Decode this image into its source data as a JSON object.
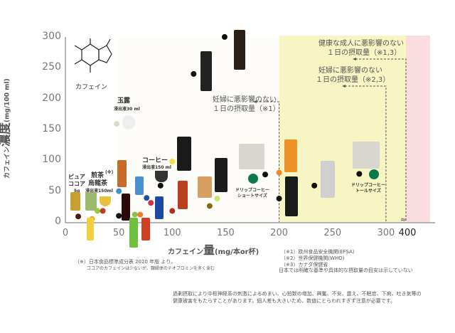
{
  "chart_data": {
    "type": "scatter",
    "xlabel_prefix": "カフェイン",
    "xlabel_big": "量",
    "xlabel_unit": "(mg/本or杯)",
    "ylabel_prefix": "カフェイン",
    "ylabel_big": "濃度",
    "ylabel_unit": "(mg/100 ml)",
    "xticks": [
      "0",
      "50",
      "100",
      "150",
      "200",
      "250",
      "300",
      "400"
    ],
    "xtick_values": [
      0,
      50,
      100,
      150,
      200,
      250,
      300,
      400
    ],
    "yticks": [
      "0",
      "50",
      "100",
      "150",
      "200",
      "250",
      "300"
    ],
    "ylim": [
      0,
      300
    ],
    "xlim": [
      0,
      420
    ],
    "x_axis_break": "300-400",
    "grid": false,
    "points": [
      {
        "x": 149,
        "y": 300,
        "color": "#111111"
      },
      {
        "x": 120,
        "y": 240,
        "color": "#111111"
      },
      {
        "x": 48,
        "y": 159,
        "color": "#dcdccc"
      },
      {
        "x": 12,
        "y": 9,
        "color": "#4a1a10"
      },
      {
        "x": 30,
        "y": 18,
        "color": "#9acd32"
      },
      {
        "x": 35,
        "y": 18,
        "color": "#c0392b"
      },
      {
        "x": 25,
        "y": 5,
        "color": "#f5a623"
      },
      {
        "x": 50,
        "y": 50,
        "color": "#3a8fd0"
      },
      {
        "x": 50,
        "y": 10,
        "color": "#111111"
      },
      {
        "x": 65,
        "y": 12,
        "color": "#8bc34a"
      },
      {
        "x": 70,
        "y": 12,
        "color": "#f08030"
      },
      {
        "x": 76,
        "y": 39,
        "color": "#1e4fa0"
      },
      {
        "x": 80,
        "y": 31,
        "color": "#d0304a"
      },
      {
        "x": 89,
        "y": 59,
        "color": "#111111"
      },
      {
        "x": 100,
        "y": 98,
        "color": "#f0e040"
      },
      {
        "x": 100,
        "y": 18,
        "color": "#b03020"
      },
      {
        "x": 135,
        "y": 26,
        "color": "#8b6914"
      },
      {
        "x": 142,
        "y": 38,
        "color": "#c5e86c"
      },
      {
        "x": 187,
        "y": 77,
        "color": "#111111"
      },
      {
        "x": 200,
        "y": 80,
        "color": "#f08a24"
      },
      {
        "x": 200,
        "y": 38,
        "color": "#111111"
      },
      {
        "x": 233,
        "y": 59,
        "color": "#111111"
      },
      {
        "x": 275,
        "y": 78,
        "color": "#111111"
      }
    ],
    "zones": [
      {
        "from": 200,
        "to": 400,
        "color": "#f7f5c4"
      },
      {
        "from": 400,
        "to": 420,
        "color": "#f9dde0"
      }
    ],
    "thresholds": [
      {
        "x": 200,
        "label": [
          "妊婦に悪影響のない",
          "１日の摂取量（※1）"
        ]
      },
      {
        "x": 300,
        "label": [
          "妊婦に悪影響のない",
          "１日の摂取量（※2,3）"
        ]
      },
      {
        "x": 400,
        "label": [
          "健康な成人に悪影響のない",
          "１日の摂取量（※1,3）"
        ]
      }
    ],
    "annotations": {
      "caffeine": "カフェイン",
      "gyokuro": "玉露",
      "gyokuro_note": "浸出液30 ml",
      "coffee": "コーヒー",
      "coffee_note": "浸出液150 ml",
      "cocoa1": "ピュア",
      "cocoa2": "ココア",
      "cocoa_note": "5g",
      "tea1": "煎茶",
      "tea2": "烏龍茶",
      "tea_note": "浸出液150ml",
      "mark": "(※)",
      "drip_short1": "ドリップコーヒー",
      "drip_short2": "ショートサイズ",
      "drip_tall1": "ドリップコーヒー",
      "drip_tall2": "トールサイズ"
    }
  },
  "footnotes": {
    "source": "（※）日本食品標準成分表 2020 年版 より。",
    "cocoa": "ココアのカフェインは少ないが、類縁体のテオブロミンを多く含む",
    "ref1": "（※1）欧州食品安全機関(EFSA)",
    "ref2": "（※2）世界保健機関(WHO)",
    "ref3": "（※3）カナダ保健省",
    "japan": "日本では明確な基準や具体的な摂取量の目安は示していない",
    "warning1": "過剰摂取により中枢神経系の刺激によるめまい、心拍数の増加、興奮、不安、震え、不眠症、下痢、吐き気等の",
    "warning2": "健康被害をもたらすことがあります。個人差も大きいため、数値にとらわれすぎず注意が必要です。"
  }
}
